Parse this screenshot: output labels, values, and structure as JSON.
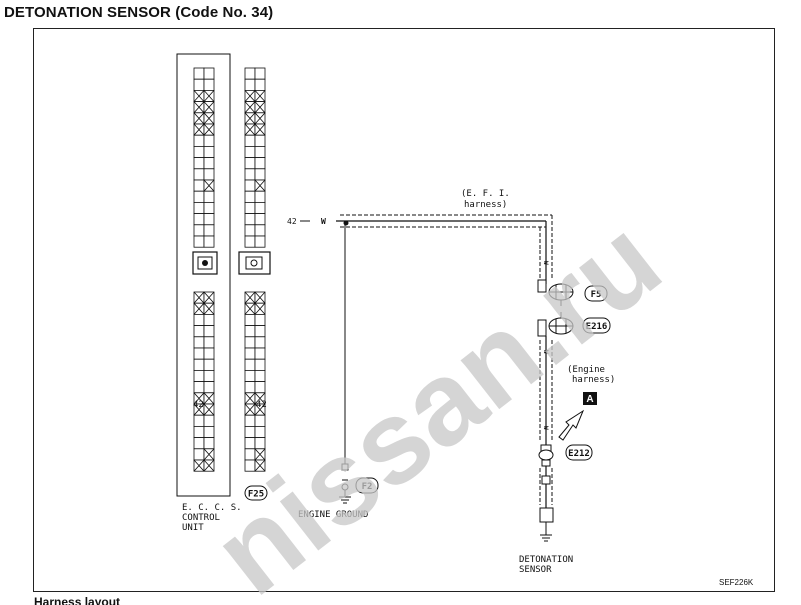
{
  "title": "DETONATION SENSOR (Code No. 34)",
  "ecu": {
    "label": [
      "E. C. C. S.",
      "CONTROL",
      "UNIT"
    ],
    "pin_label": "42"
  },
  "connector_f25": {
    "id": "F25",
    "pin_label": "42"
  },
  "signal_line": {
    "pin": "42",
    "wire_color": "W"
  },
  "efi_harness": [
    "(E. F. I.",
    "harness)"
  ],
  "engine_harness": [
    "(Engine",
    "harness)"
  ],
  "connectors": {
    "f5": "F5",
    "e216": "E216",
    "e212": "E212",
    "f2": "F2"
  },
  "wire_marks": [
    "W",
    "W",
    "W"
  ],
  "engine_ground": "ENGINE GROUND",
  "detonation_sensor": [
    "DETONATION",
    "SENSOR"
  ],
  "ref_marker": "A",
  "figure_code": "SEF226K",
  "footer": "Harness layout",
  "watermark": "nissan.ru",
  "colors": {
    "line": "#111111",
    "watermark": "#cfcfcf"
  }
}
